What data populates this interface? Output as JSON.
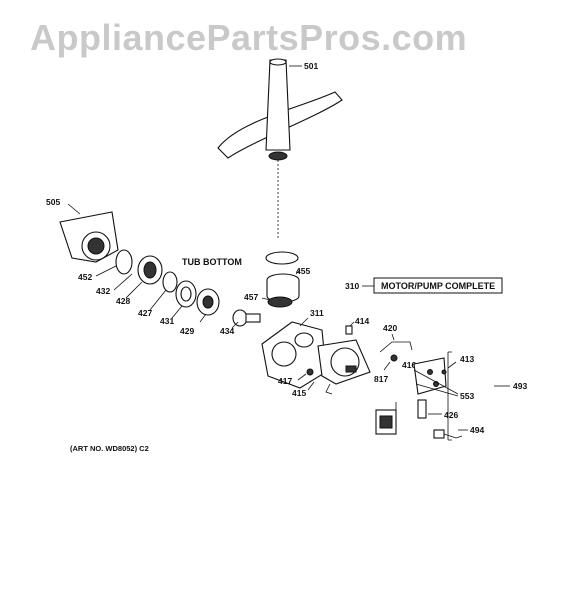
{
  "watermark": "AppliancePartsPros.com",
  "labels": {
    "p501": "501",
    "p505": "505",
    "p452": "452",
    "p432": "432",
    "p428": "428",
    "p427": "427",
    "p431": "431",
    "p429": "429",
    "p434": "434",
    "p455": "455",
    "p457": "457",
    "p311": "311",
    "p414": "414",
    "p420": "420",
    "p416": "416",
    "p817": "817",
    "p413": "413",
    "p553": "553",
    "p493": "493",
    "p426": "426",
    "p494": "494",
    "p417": "417",
    "p415": "415",
    "p310": "310"
  },
  "tub_bottom": "TUB BOTTOM",
  "motor_pump_box": "MOTOR/PUMP COMPLETE",
  "art_no": "(ART NO. WD8052) C2"
}
